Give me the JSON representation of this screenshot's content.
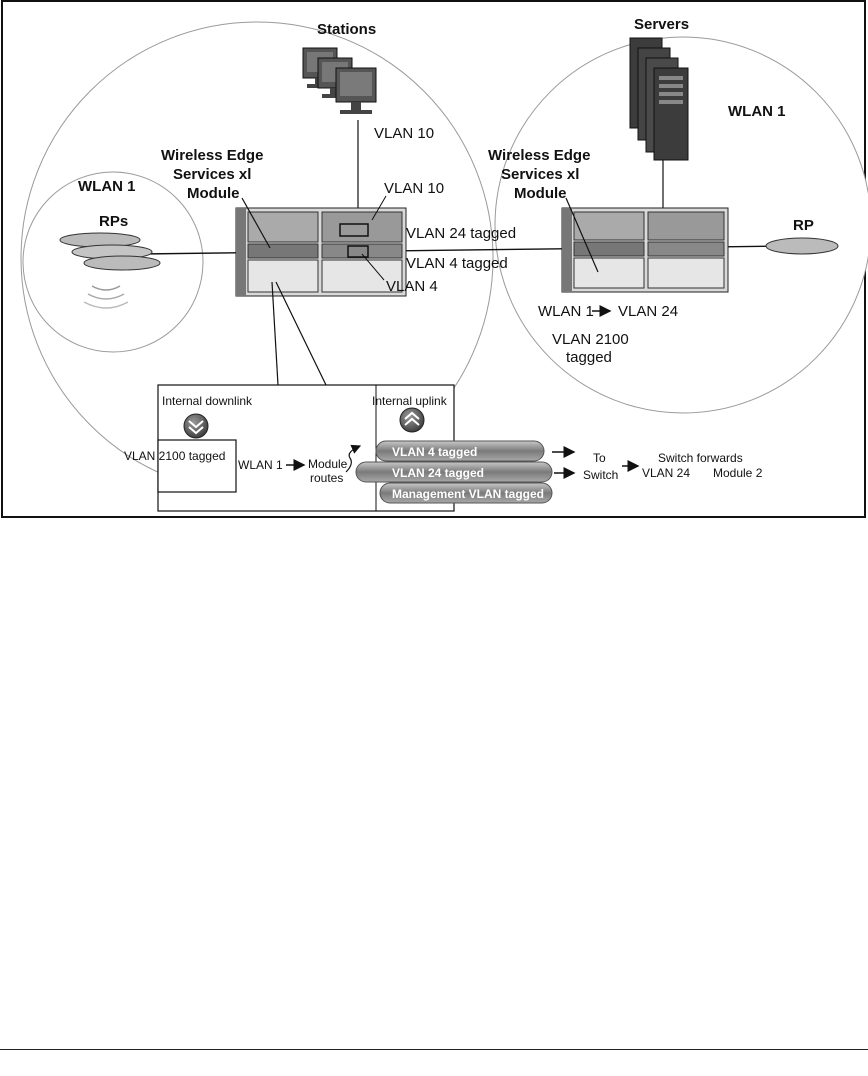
{
  "diagram": {
    "stations_label": "Stations",
    "servers_label": "Servers",
    "wlan1_right_label": "WLAN 1",
    "wlan1_left_label": "WLAN 1",
    "rps_label": "RPs",
    "rp_label": "RP",
    "vlan10_top_label": "VLAN 10",
    "vlan10_switch_label": "VLAN 10",
    "vlan24_tagged_label": "VLAN 24 tagged",
    "vlan4_tagged_label": "VLAN 4 tagged",
    "vlan4_label": "VLAN 4",
    "module_left": [
      "Wireless Edge",
      "Services xl",
      "Module"
    ],
    "module_right": [
      "Wireless Edge",
      "Services xl",
      "Module"
    ],
    "wlan1_to_vlan24": {
      "from": "WLAN 1",
      "to": "VLAN 24"
    },
    "vlan2100_tagged_right": [
      "VLAN 2100",
      "tagged"
    ],
    "internal_downlink_label": "Internal downlink",
    "internal_uplink_label": "Internal uplink",
    "vlan2100_tagged_bottom": "VLAN 2100 tagged",
    "wlan1_bottom_label": "WLAN 1",
    "module_routes": [
      "Module",
      "routes"
    ],
    "tube_labels": [
      "VLAN 4 tagged",
      "VLAN 24 tagged",
      "Management VLAN tagged"
    ],
    "to_switch": [
      "To",
      "Switch"
    ],
    "switch_forwards": "Switch forwards",
    "vlan24_bottom": "VLAN 24",
    "module2": "Module 2"
  },
  "colors": {
    "circle_stroke": "#9a9a9a",
    "tube_fill": "#8c8c8c",
    "device_dark": "#3c3c3c",
    "chassis": "#d9d9d9"
  }
}
